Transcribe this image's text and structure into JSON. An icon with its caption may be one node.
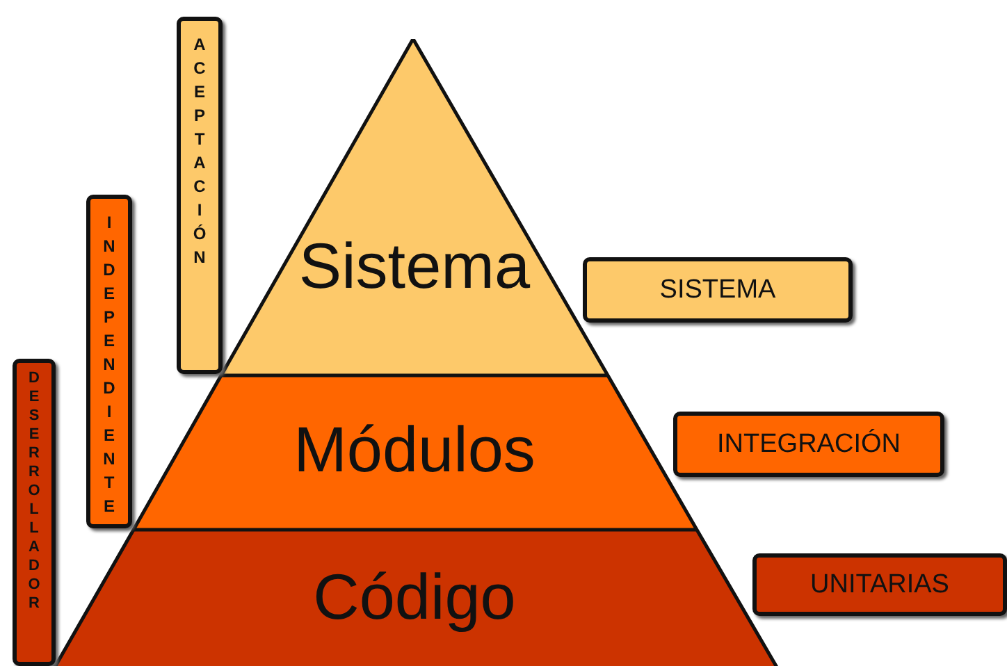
{
  "diagram": {
    "nodes": [
      {
        "text": [
          "Sistema"
        ]
      },
      {
        "text": [
          "Módulos"
        ]
      },
      {
        "text": [
          "Código"
        ]
      },
      {
        "text": [
          "SISTEMA"
        ]
      },
      {
        "text": [
          "INTEGRACIÓN"
        ]
      },
      {
        "text": [
          "UNITARIAS"
        ]
      },
      {
        "text": [
          "ACEPTACIÓN"
        ]
      },
      {
        "text": [
          "INDEPENDIENTE"
        ]
      },
      {
        "text": [
          "DESERROLLADOR"
        ]
      }
    ]
  }
}
